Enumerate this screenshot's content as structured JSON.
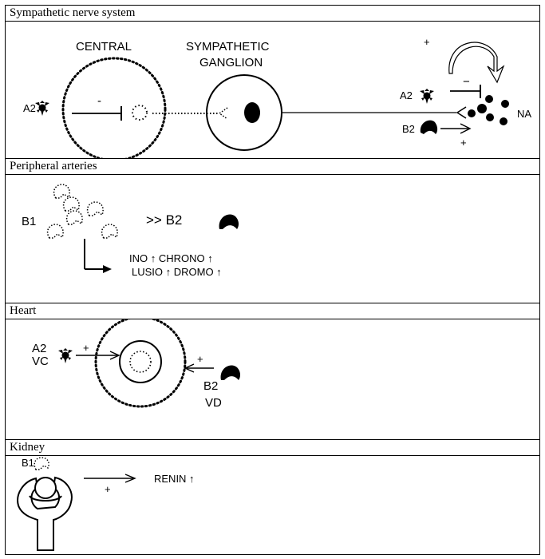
{
  "sections": {
    "sympathetic": {
      "title": "Sympathetic nerve system",
      "central": "CENTRAL",
      "ganglion_1": "SYMPATHETIC",
      "ganglion_2": "GANGLION",
      "a2_left": "A2",
      "minus_left": "-",
      "plus_top": "+",
      "minus_right": "−",
      "a2_right": "A2",
      "b2": "B2",
      "na": "NA",
      "plus_bottom": "+"
    },
    "peripheral": {
      "title": "Peripheral arteries",
      "b1": "B1",
      "compare": ">> B2",
      "line1": "INO ↑ CHRONO ↑",
      "line2": "LUSIO ↑ DROMO ↑"
    },
    "heart": {
      "title": "Heart",
      "a2": "A2",
      "vc": "VC",
      "plus_left": "+",
      "plus_right": "+",
      "b2": "B2",
      "vd": "VD"
    },
    "kidney": {
      "title": "Kidney",
      "b1": "B1",
      "plus": "+",
      "renin": "RENIN ↑"
    }
  }
}
